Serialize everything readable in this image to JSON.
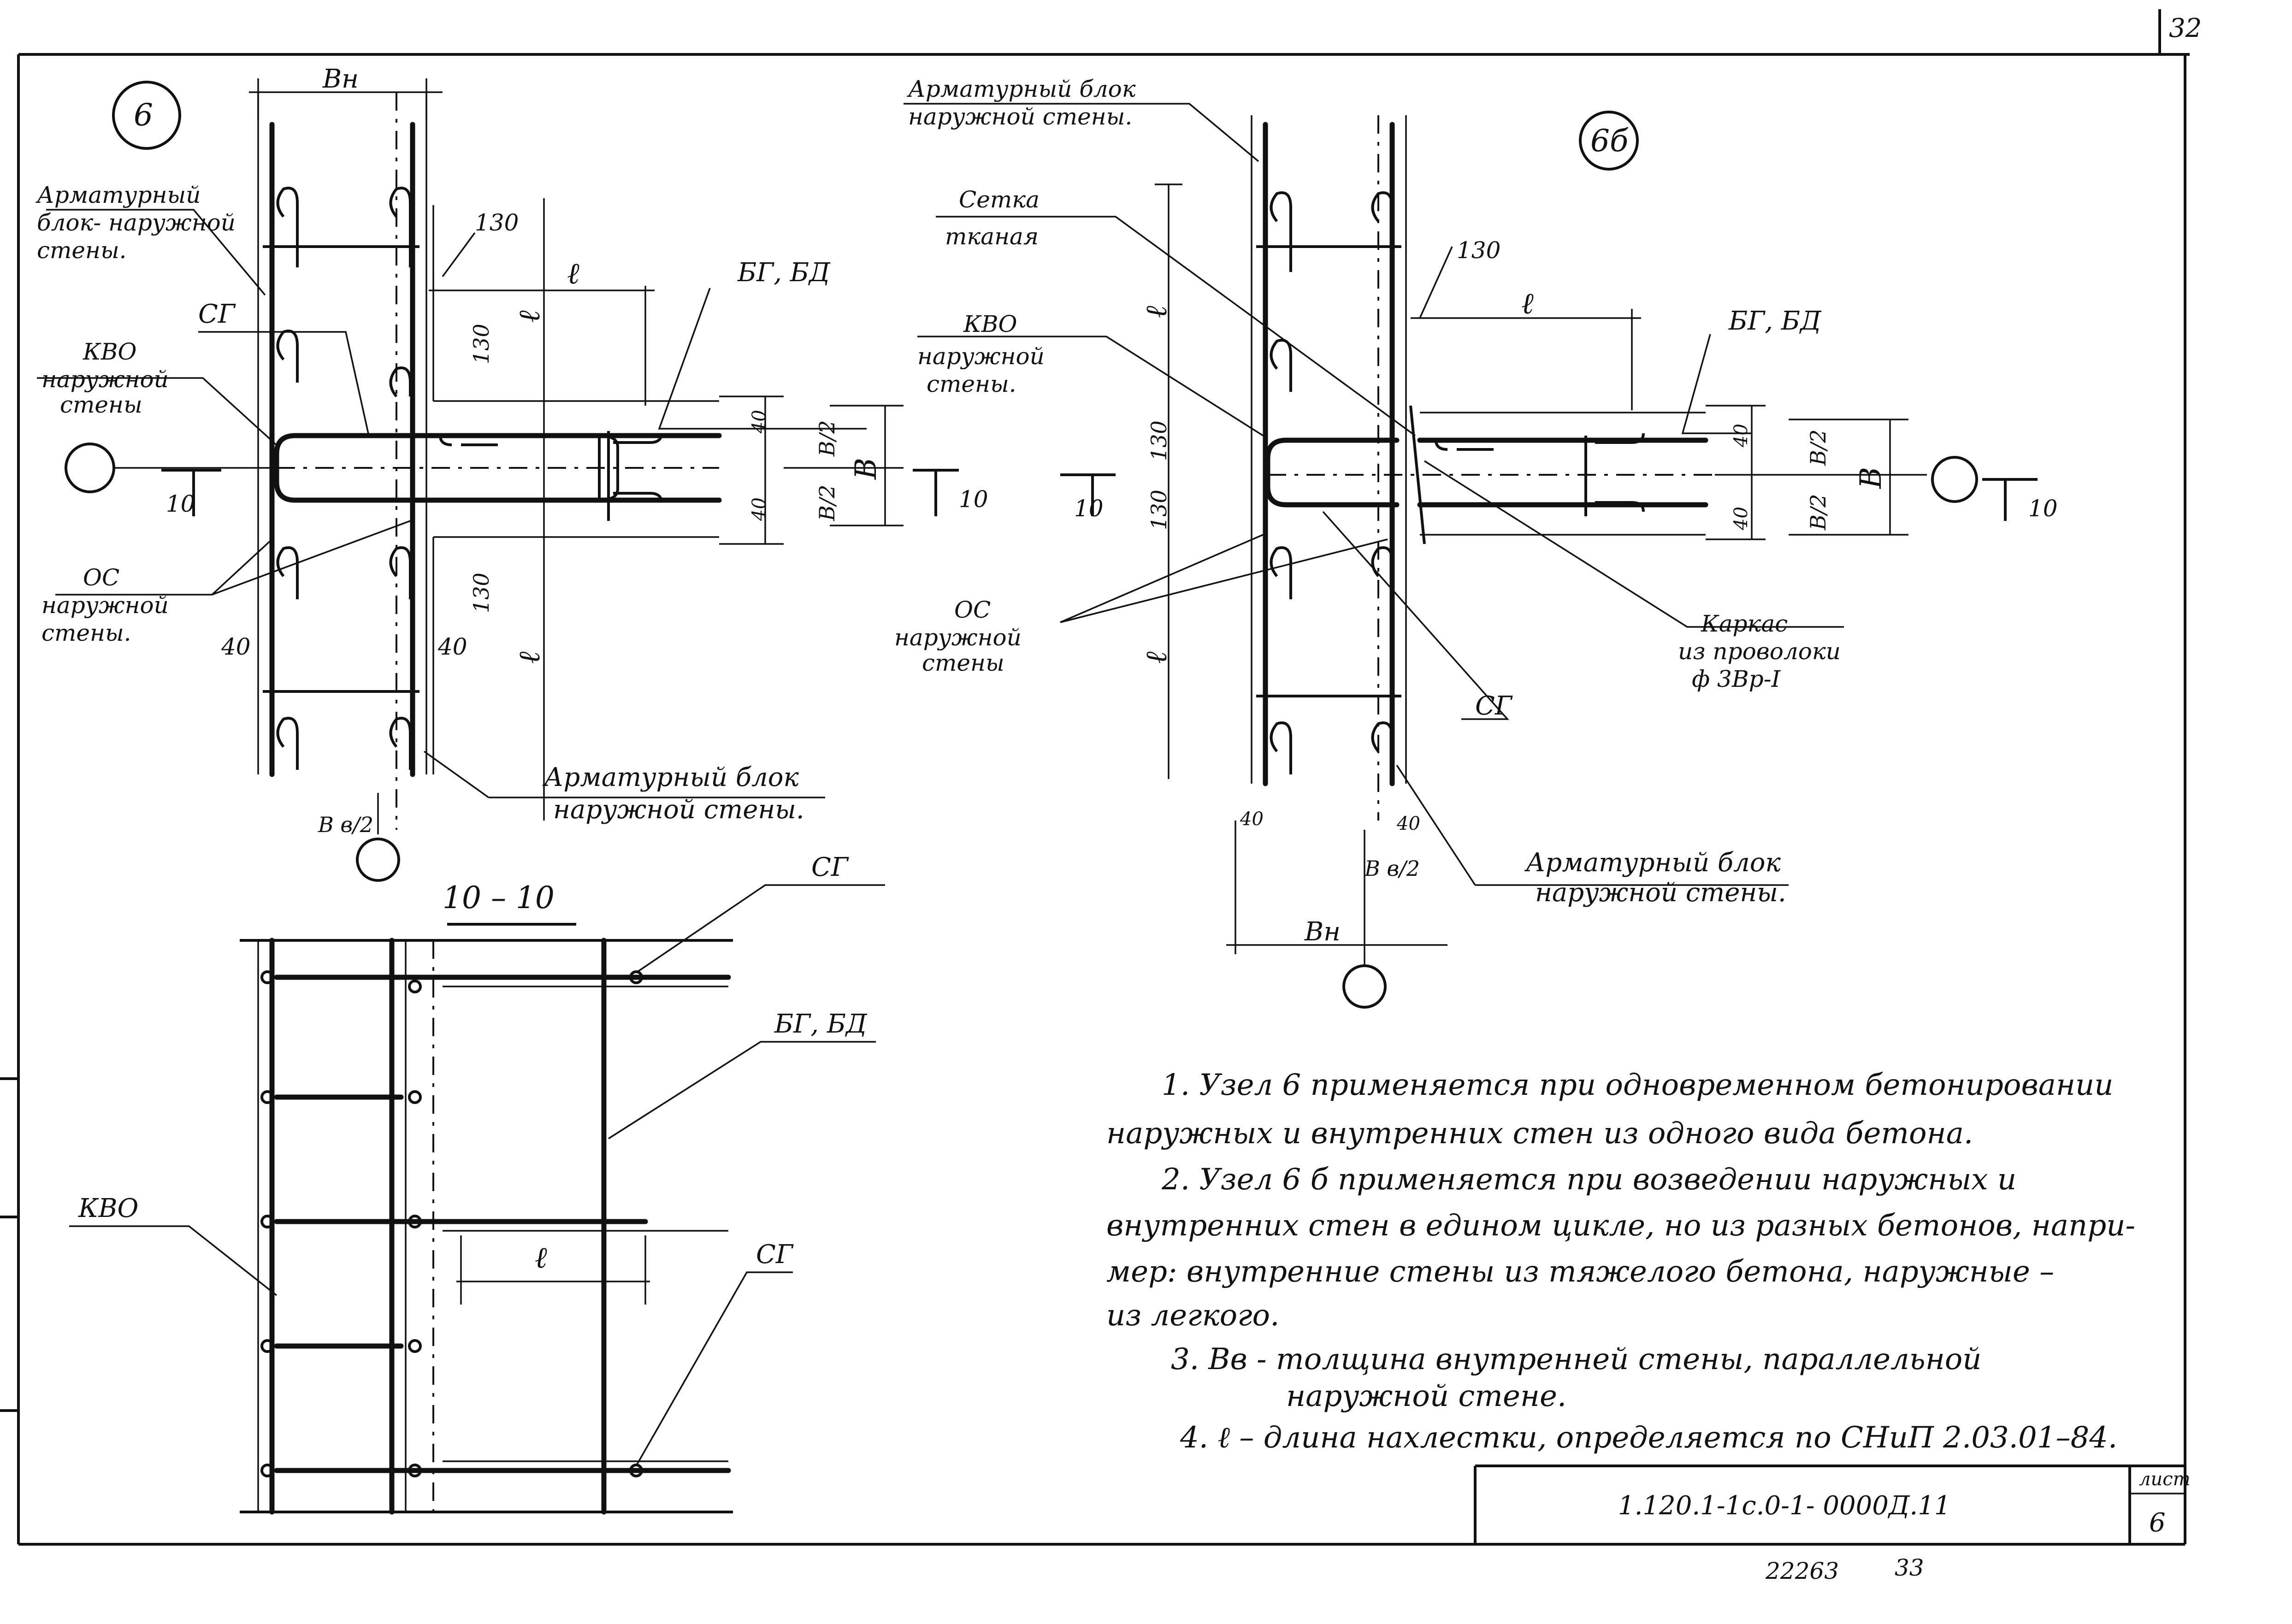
{
  "sheet": {
    "page_number": "32",
    "code": "1.120.1-1с.0-1- 0000Д.11",
    "sheet_label": "лист",
    "sheet_number": "6",
    "archive_number": "22263",
    "archive_page": "33"
  },
  "node_6": {
    "marker": "6",
    "labels": {
      "width_top": "Вн",
      "armature_block_top": [
        "Арматурный",
        "блок- наружной",
        "стены."
      ],
      "dim_130_top": "130",
      "dim_l_h": "ℓ",
      "dim_l_v_top": "ℓ",
      "dim_130_mid": "130",
      "sg": "СГ",
      "bg_bd": "БГ, БД",
      "kvo": [
        "КВО",
        "наружной",
        "стены"
      ],
      "section_mark": "10",
      "dim_40_a": "40",
      "dim_40_b": "40",
      "dim_b2_a": "В/2",
      "dim_b2_b": "В/2",
      "dim_b": "В",
      "section_mark_right": "10",
      "os": [
        "ОС",
        "наружной",
        "стены."
      ],
      "dim_130_low": "130",
      "dim_l_v_low": "ℓ",
      "dim_40_left": "40",
      "dim_40_right": "40",
      "armature_block_bottom": [
        "Арматурный   блок",
        "наружной   стены."
      ],
      "bottom_width": "В в/2"
    }
  },
  "node_6b": {
    "marker": "6б",
    "labels": {
      "armature_block_top": [
        "Арматурный  блок",
        "наружной  стены."
      ],
      "mesh": [
        "Сетка",
        "тканая"
      ],
      "kvo": [
        "КВО",
        "наружной",
        "стены."
      ],
      "dim_l_top": "ℓ",
      "dim_130_top": "130",
      "dim_l_h": "ℓ",
      "bg_bd": "БГ, БД",
      "dim_130_a": "130",
      "dim_130_b": "130",
      "dim_40_a": "40",
      "dim_40_b": "40",
      "dim_b2_a": "В/2",
      "dim_b2_b": "В/2",
      "dim_b": "В",
      "section_left": "10",
      "section_right": "10",
      "os": [
        "ОС",
        "наружной",
        "стены"
      ],
      "dim_l_low": "ℓ",
      "frame": [
        "Каркас",
        "из проволоки",
        "ф 3Вр-I"
      ],
      "sg": "СГ",
      "dim_40_left": "40",
      "dim_40_right": "40",
      "bottom_width": "В в/2",
      "width_bottom": "Вн",
      "armature_block_bottom": [
        "Арматурный  блок",
        "наружной   стены."
      ]
    }
  },
  "section_10_10": {
    "title": "10 – 10",
    "labels": {
      "sg_top": "СГ",
      "bg_bd": "БГ, БД",
      "kvo": "КВО",
      "dim_l": "ℓ",
      "sg_bottom": "СГ"
    }
  },
  "notes": [
    "1. Узел 6 применяется при одновременном бетонировании",
    "наружных и внутренних стен из одного вида бетона.",
    "2. Узел 6 б применяется при возведении наружных и",
    "внутренних стен в едином цикле, но из разных бетонов, напри-",
    "мер: внутренние стены из тяжелого бетона, наружные –",
    "из легкого.",
    "3. Вв - толщина внутренней стены, параллельной",
    "наружной стене.",
    "4. ℓ – длина нахлестки, определяется по СНиП 2.03.01–84."
  ]
}
